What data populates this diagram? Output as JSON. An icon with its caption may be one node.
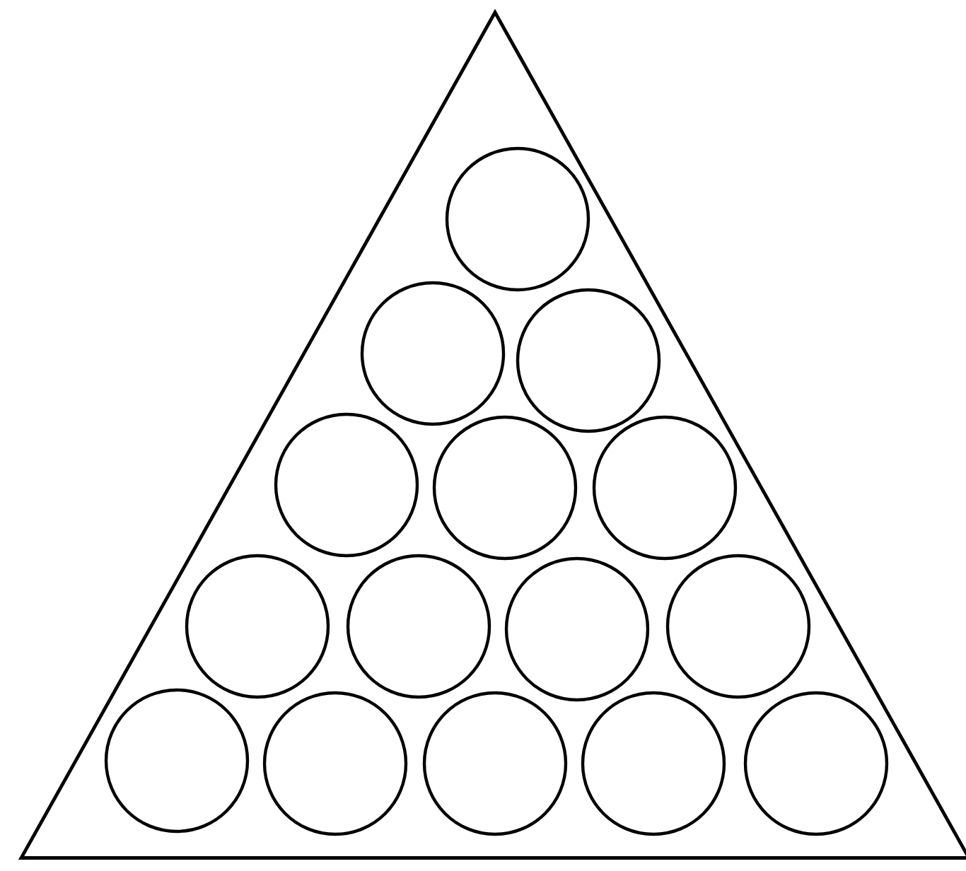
{
  "diagram": {
    "nodes": [
      {
        "text": [],
        "shape": "triangle"
      },
      {
        "text": [],
        "shape": "circle",
        "in": 0
      },
      {
        "text": [],
        "shape": "circle",
        "in": 0
      },
      {
        "text": [],
        "shape": "circle",
        "in": 0
      },
      {
        "text": [],
        "shape": "circle",
        "in": 0
      },
      {
        "text": [],
        "shape": "circle",
        "in": 0
      },
      {
        "text": [],
        "shape": "circle",
        "in": 0
      },
      {
        "text": [],
        "shape": "circle",
        "in": 0
      },
      {
        "text": [],
        "shape": "circle",
        "in": 0
      },
      {
        "text": [],
        "shape": "circle",
        "in": 0
      },
      {
        "text": [],
        "shape": "circle",
        "in": 0
      },
      {
        "text": [],
        "shape": "circle",
        "in": 0
      },
      {
        "text": [],
        "shape": "circle",
        "in": 0
      },
      {
        "text": [],
        "shape": "circle",
        "in": 0
      },
      {
        "text": [],
        "shape": "circle",
        "in": 0
      },
      {
        "text": [],
        "shape": "circle",
        "in": 0
      }
    ]
  }
}
